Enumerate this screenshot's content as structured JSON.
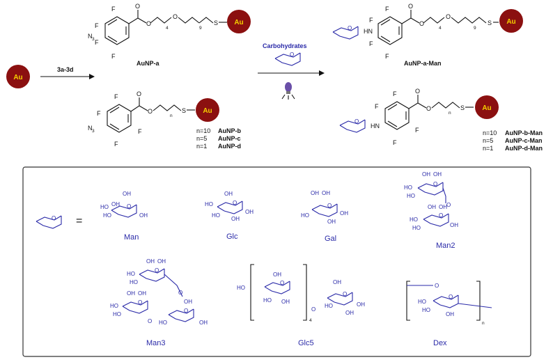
{
  "au_label": "Au",
  "step1_label": "3a-3d",
  "step2_label": "Carbohydrates",
  "atoms": {
    "F": "F",
    "N3": "N",
    "N3_sub": "3",
    "O": "O",
    "S": "S",
    "HN": "HN",
    "OH": "OH",
    "HO": "HO"
  },
  "subscripts": {
    "four": "4",
    "nine": "9",
    "n": "n"
  },
  "products": {
    "a": "AuNP-a",
    "b_n": "n=10",
    "b": "AuNP-b",
    "c_n": "n=5",
    "c": "AuNP-c",
    "d_n": "n=1",
    "d": "AuNP-d",
    "a_man": "AuNP-a-Man",
    "b_man": "AuNP-b-Man",
    "c_man": "AuNP-c-Man",
    "d_man": "AuNP-d-Man"
  },
  "equals": "=",
  "sugars": [
    "Man",
    "Glc",
    "Gal",
    "Man2",
    "Man3",
    "Glc5",
    "Dex"
  ],
  "colors": {
    "au_fill": "#8b1010",
    "au_text": "#f5d000",
    "sugar": "#2a2aa8",
    "bulb": "#6a4fa8"
  }
}
